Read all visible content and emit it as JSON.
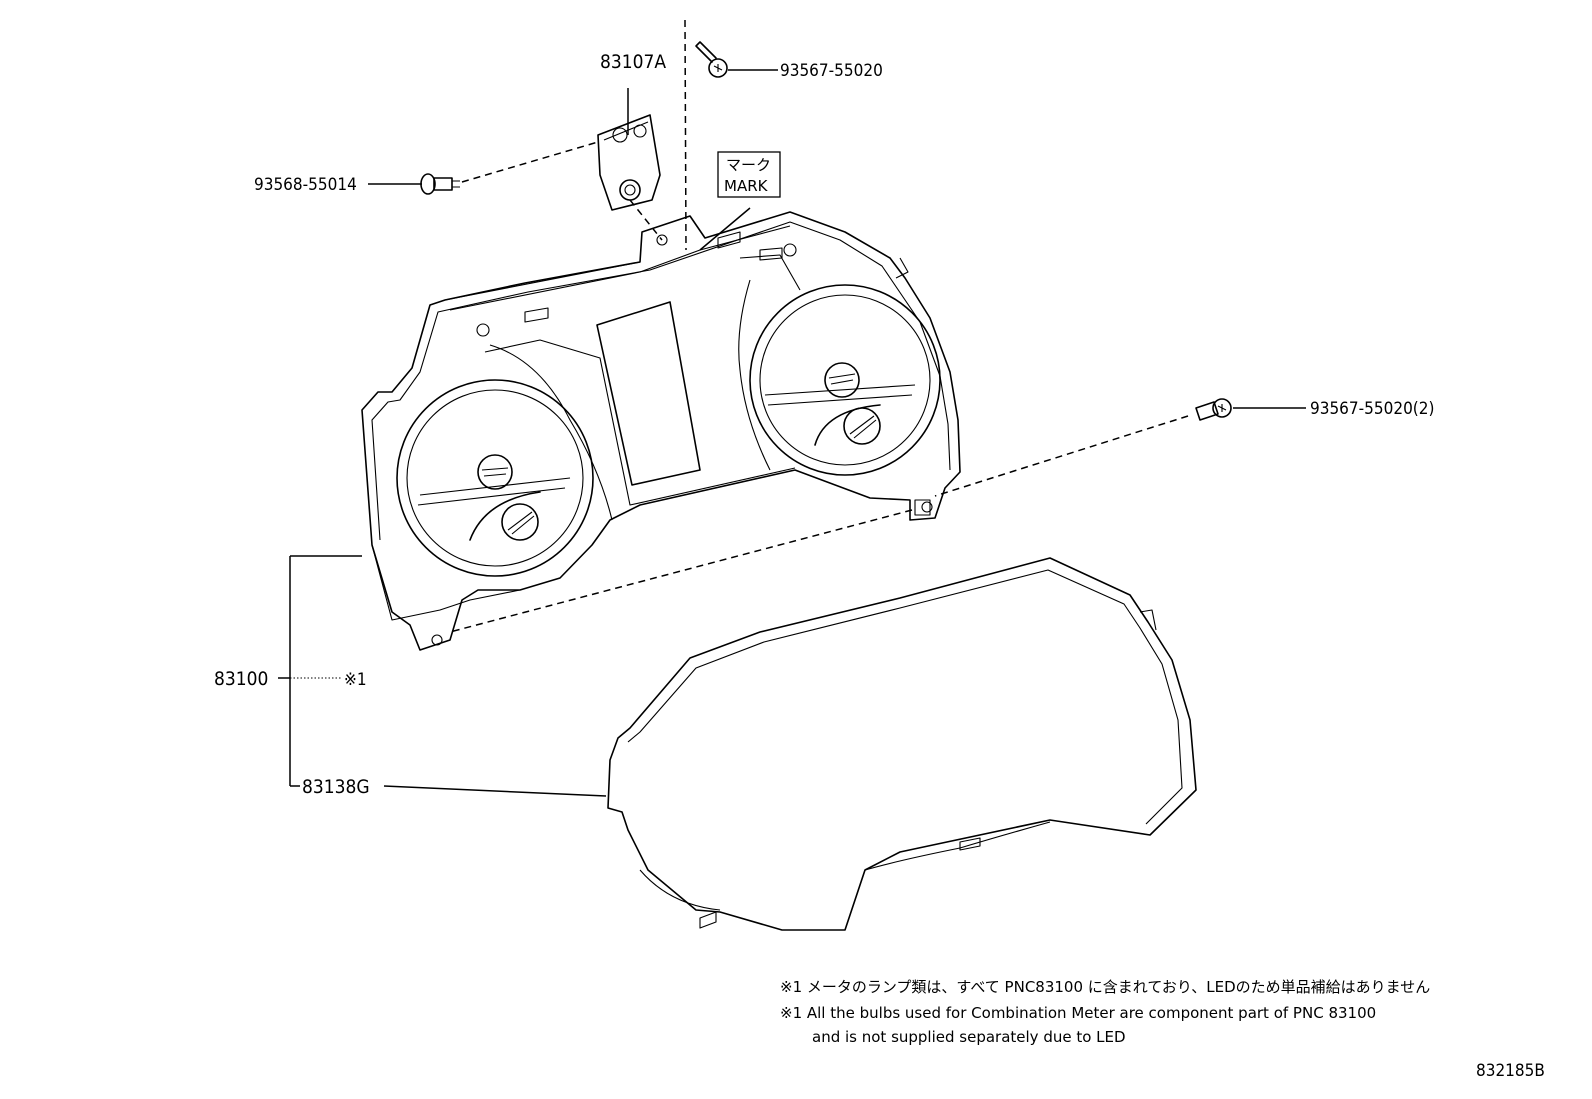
{
  "callouts": {
    "bracket": "83107A",
    "screw_top": "93567-55020",
    "screw_left": "93568-55014",
    "screw_right": "93567-55020(2)",
    "meter": "83100",
    "meter_note_ref": "※1",
    "glass": "83138G"
  },
  "mark_label": {
    "jp": "マーク",
    "en": "MARK"
  },
  "notes": {
    "jp": "※1 メータのランプ類は、すべて PNC83100 に含まれており、LEDのため単品補給はありません",
    "en_line1": "※1 All the bulbs used for Combination Meter are component part of PNC 83100",
    "en_line2": "and is not supplied separately due to LED"
  },
  "illustration_id": "832185B"
}
